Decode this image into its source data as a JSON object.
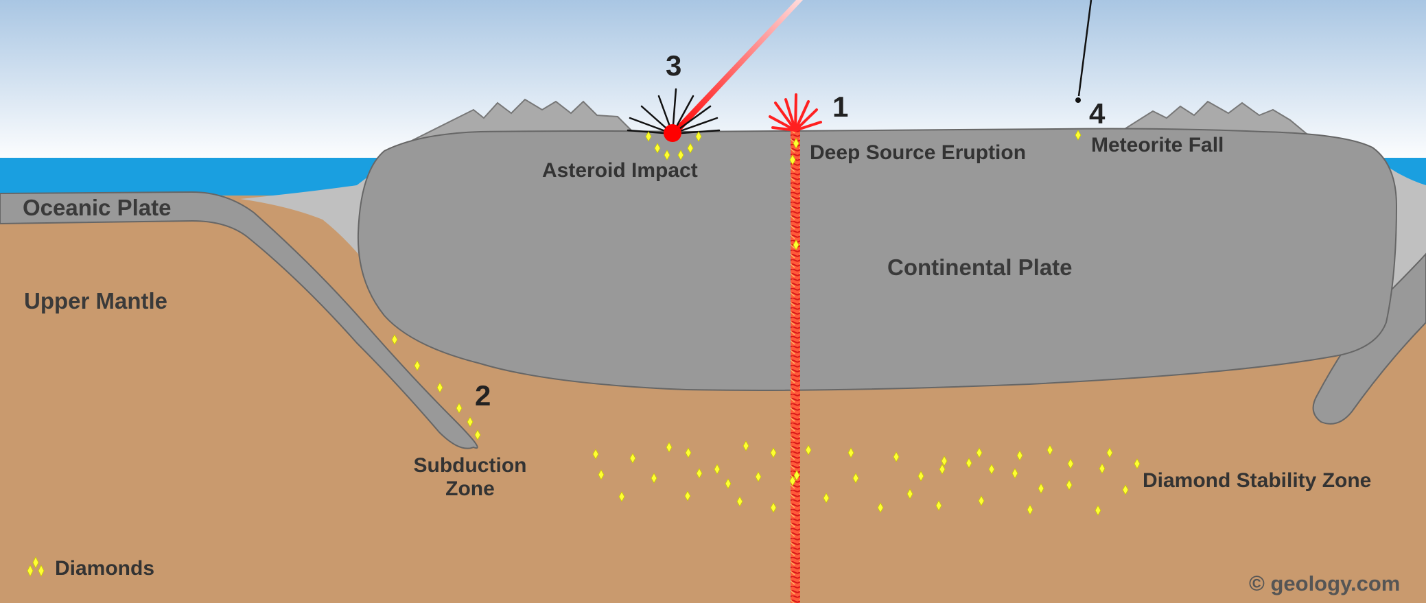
{
  "labels": {
    "oceanic_plate": "Oceanic Plate",
    "upper_mantle": "Upper Mantle",
    "continental_plate": "Continental Plate",
    "asteroid_impact": "Asteroid Impact",
    "deep_source_eruption": "Deep Source Eruption",
    "meteorite_fall": "Meteorite Fall",
    "subduction_zone_line1": "Subduction",
    "subduction_zone_line2": "Zone",
    "diamond_stability_zone": "Diamond Stability Zone",
    "legend_diamonds": "Diamonds",
    "credit": "© geology.com"
  },
  "numbers": {
    "eruption": "1",
    "subduction": "2",
    "impact": "3",
    "meteorite": "4"
  },
  "colors": {
    "sky_top": "#a9c6e3",
    "sky_bottom": "#ffffff",
    "ocean": "#1a9fe0",
    "mantle": "#c99a6e",
    "plate": "#999999",
    "sediment": "#c0c0c0",
    "mountain": "#aaaaaa",
    "diamond": "#ffff33",
    "impact": "#ff0000",
    "magma": "#ff3333"
  }
}
